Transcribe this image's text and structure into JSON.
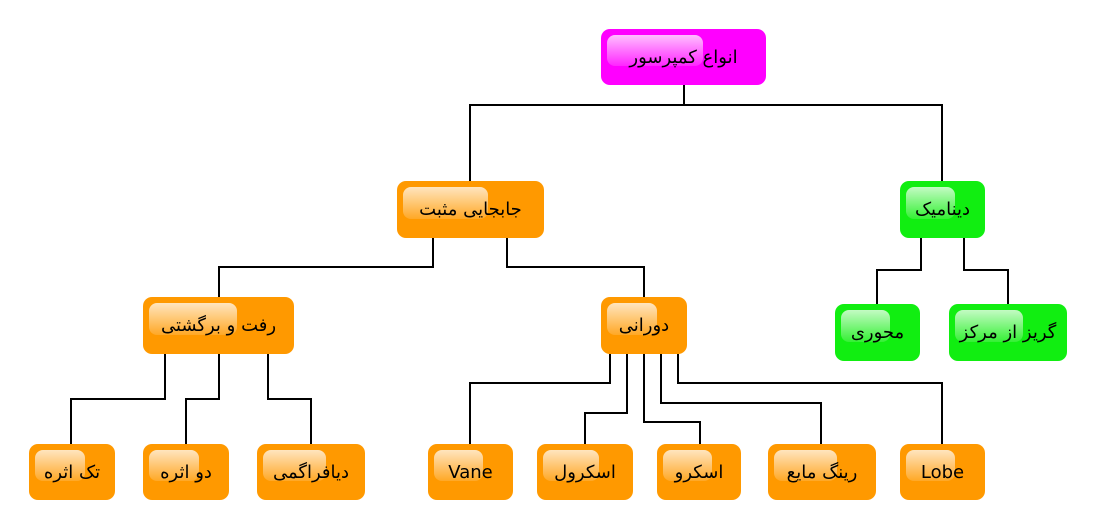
{
  "title_node": {
    "label": "انواع کمپرسور"
  },
  "nodes": {
    "positive": {
      "label": "جابجایی مثبت"
    },
    "dynamic": {
      "label": "دینامیک"
    },
    "reciprocating": {
      "label": "رفت و برگشتی"
    },
    "rotary": {
      "label": "دورانی"
    },
    "axial": {
      "label": "محوری"
    },
    "centrifugal": {
      "label": "گریز از مرکز"
    },
    "single_acting": {
      "label": "تک اثره"
    },
    "double_acting": {
      "label": "دو اثره"
    },
    "diaphragm": {
      "label": "دیافراگمی"
    },
    "vane": {
      "label": "Vane"
    },
    "scroll": {
      "label": "اسکرول"
    },
    "screw": {
      "label": "اسکرو"
    },
    "liquid_ring": {
      "label": "رینگ مایع"
    },
    "lobe": {
      "label": "Lobe"
    }
  },
  "colors": {
    "root": "#ff00ff",
    "positive": "#ff9900",
    "dynamic": "#11ee11"
  }
}
